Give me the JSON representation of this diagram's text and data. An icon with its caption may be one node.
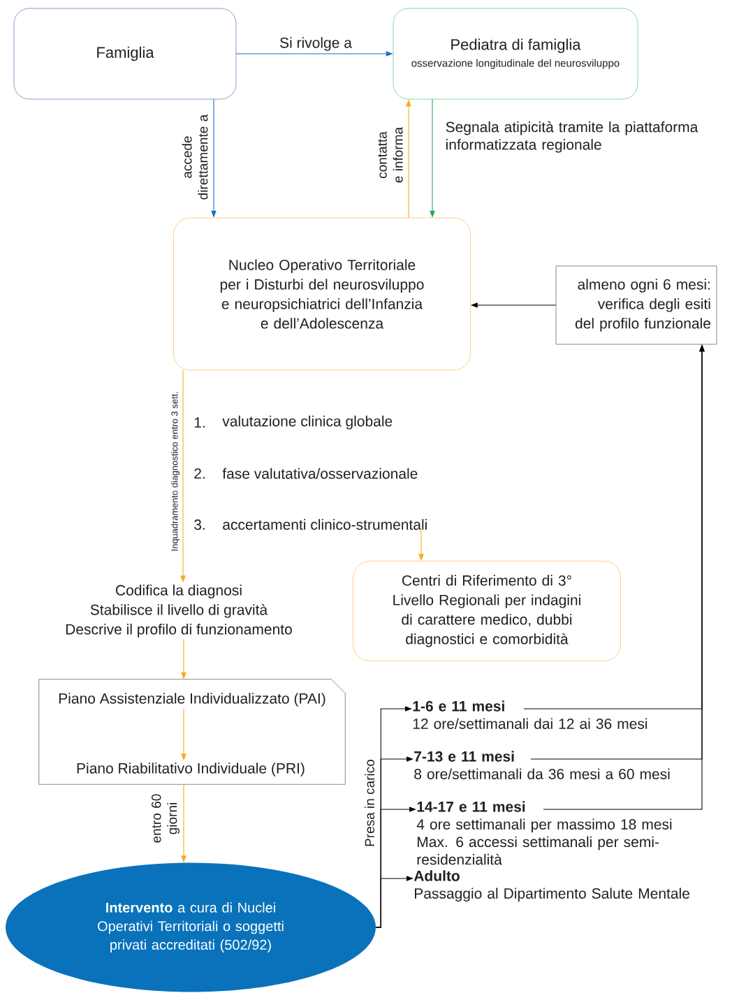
{
  "diagram": {
    "nodes": [
      {
        "text": [
          "Famiglia"
        ]
      },
      {
        "text": [
          "Pediatra di famiglia",
          "osservazione longitudinale del neurosviluppo"
        ]
      },
      {
        "text": [
          "Nucleo Operativo Territoriale per i Disturbi del neurosviluppo e neuropsichiatrici dell’Infanzia e dell’Adolescenza"
        ]
      },
      {
        "text": [
          "almeno ogni 6 mesi: verifica degli esiti del profilo funzionale"
        ]
      },
      {
        "text": [
          "3.",
          "accertamenti clinico-strumentali"
        ]
      },
      {
        "text": [
          "Centri di Riferimento di 3° Livello Regionali per indagini di carattere medico, dubbi diagnostici e comorbidità"
        ]
      },
      {
        "text": [
          "Codifica la diagnosi",
          "Stabilisce il livello di gravità",
          "Descrive il profilo di funzionamento"
        ]
      },
      {
        "text": [],
        "shape": "box"
      },
      {
        "text": [
          "Piano Assistenziale Individualizzato (PAI)"
        ],
        "in": 7
      },
      {
        "text": [
          "Piano Riabilitativo Individuale (PRI)"
        ],
        "in": 7
      },
      {
        "text": [
          "**Intervento** a cura di Nuclei Operativi Territoriali o soggetti privati accreditati (502/92)"
        ]
      },
      {
        "text": [
          "1-6 e 11 mesi",
          "12 ore/settimanali dai 12 ai 36 mesi"
        ]
      },
      {
        "text": [
          "7-13 e 11 mesi",
          "8 ore/settimanali da 36 mesi a 60 mesi"
        ]
      },
      {
        "text": [
          "14-17 e 11 mesi",
          "4 ore settimanali per massimo 18 mesi",
          "Max. 6 accessi settimanali per semi-residenzialità"
        ]
      },
      {
        "text": [
          "Adulto",
          "Passaggio al Dipartimento Salute Mentale"
        ]
      }
    ],
    "edges": [
      {
        "from": 0,
        "to": 1,
        "arrow": "to",
        "label": "Si rivolge a",
        "color": "#1a6fc0"
      },
      {
        "from": 0,
        "to": 2,
        "arrow": "to",
        "label": "accede direttamente a",
        "color": "#1a6fc0"
      },
      {
        "from": 2,
        "to": 1,
        "arrow": "to",
        "label": "contatta e informa",
        "color": "#f7a823"
      },
      {
        "from": 1,
        "to": 2,
        "arrow": "to",
        "label": "Segnala atipicità tramite la piattaforma informatizzata regionale",
        "color": "#1aaa55"
      },
      {
        "from": 3,
        "to": 2,
        "arrow": "to"
      },
      {
        "from": 2,
        "to": 6,
        "arrow": "to",
        "label": "Inquadramento diagnostico entro 3 sett.",
        "color": "#f7a823"
      },
      {
        "from": 4,
        "to": 5,
        "arrow": "to",
        "color": "#f7a823"
      },
      {
        "from": 6,
        "to": 7,
        "arrow": "to",
        "color": "#f7a823"
      },
      {
        "from": 8,
        "to": 9,
        "arrow": "to",
        "color": "#f7a823"
      },
      {
        "from": 7,
        "to": 10,
        "arrow": "to",
        "label": "entro 60 giorni",
        "color": "#f7a823"
      },
      {
        "from": 10,
        "to": 11,
        "arrow": "to"
      },
      {
        "from": 10,
        "to": 12,
        "arrow": "to"
      },
      {
        "from": 10,
        "to": 13,
        "arrow": "to",
        "label": "Presa in carico"
      },
      {
        "from": 10,
        "to": 14,
        "arrow": "to"
      },
      {
        "from": 11,
        "to": 3,
        "arrow": "to"
      },
      {
        "from": 12,
        "to": 3,
        "arrow": "to"
      },
      {
        "from": 13,
        "to": 3,
        "arrow": "to"
      }
    ],
    "labels": [
      "1.",
      "valutazione clinica globale",
      "2.",
      "fase valutativa/osservazionale"
    ]
  }
}
